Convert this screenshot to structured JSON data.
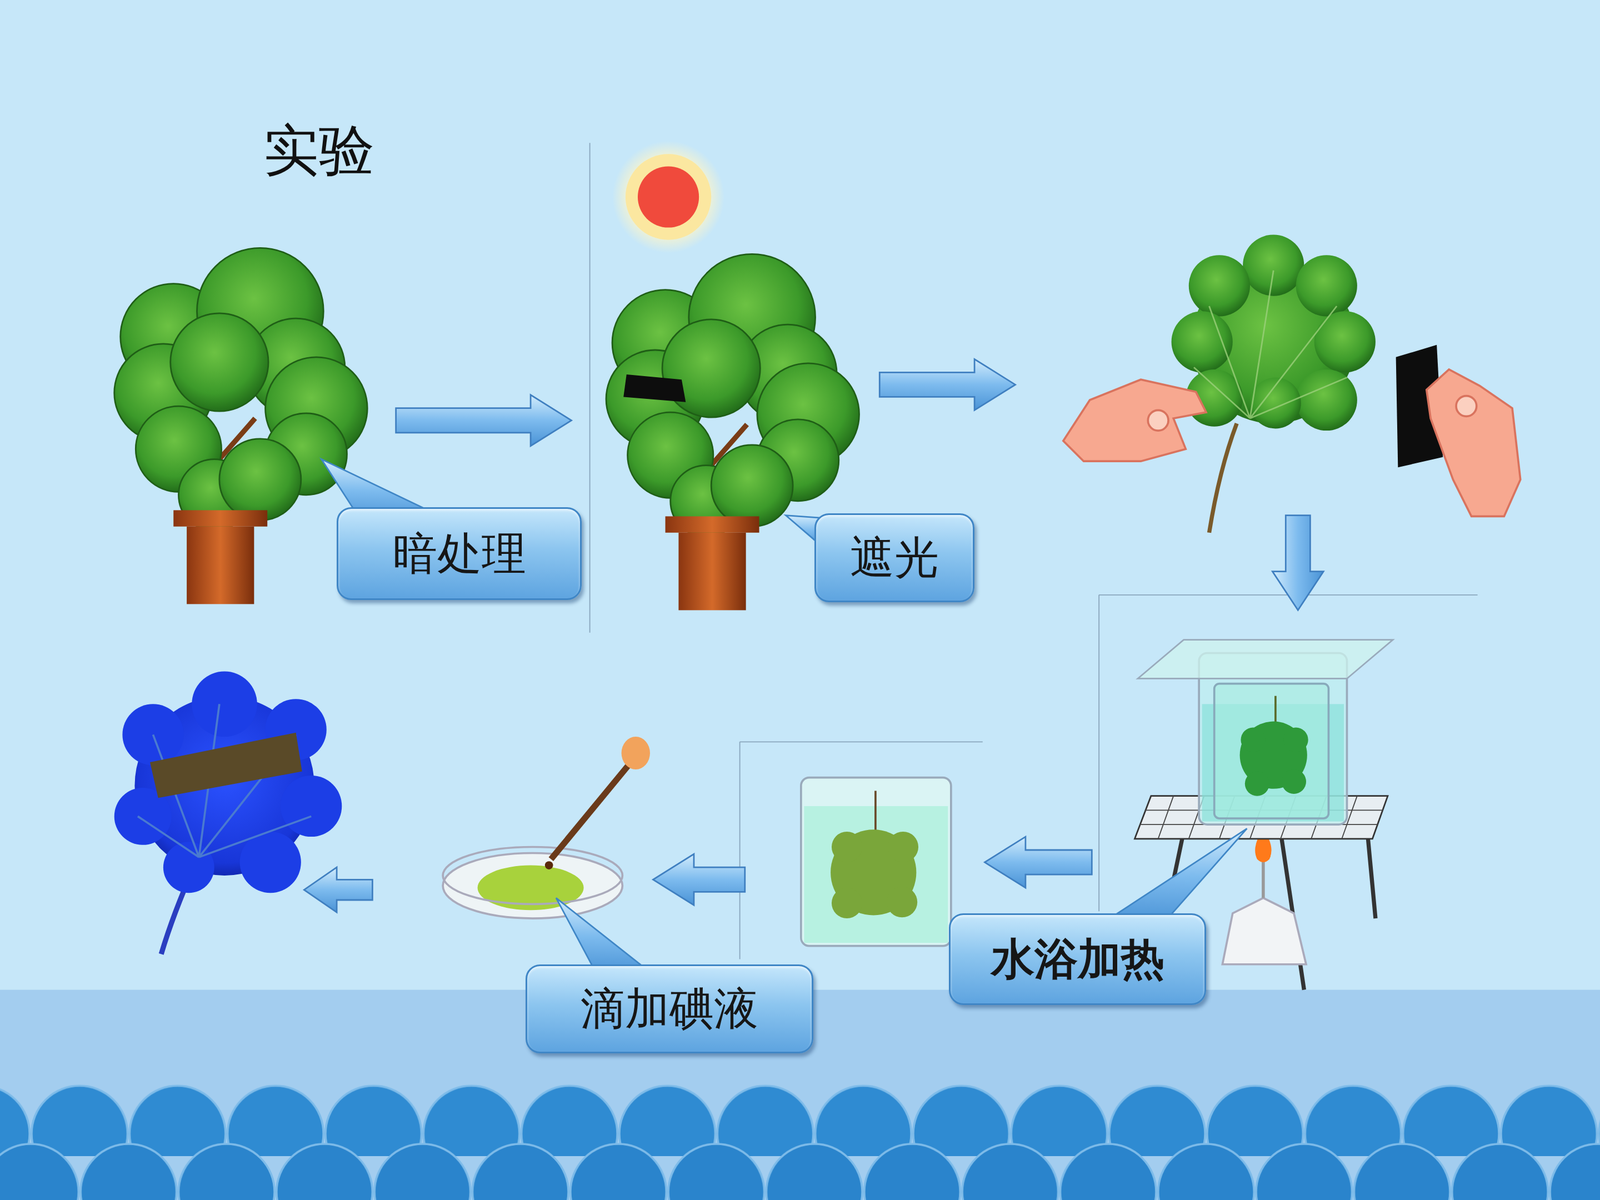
{
  "diagram": {
    "title": "实验",
    "nodes": [
      {
        "text": [
          "暗处理"
        ]
      },
      {
        "text": [
          "遮光"
        ]
      },
      {
        "text": [
          "水浴加热"
        ]
      },
      {
        "text": [
          "滴加碘液"
        ]
      }
    ]
  }
}
